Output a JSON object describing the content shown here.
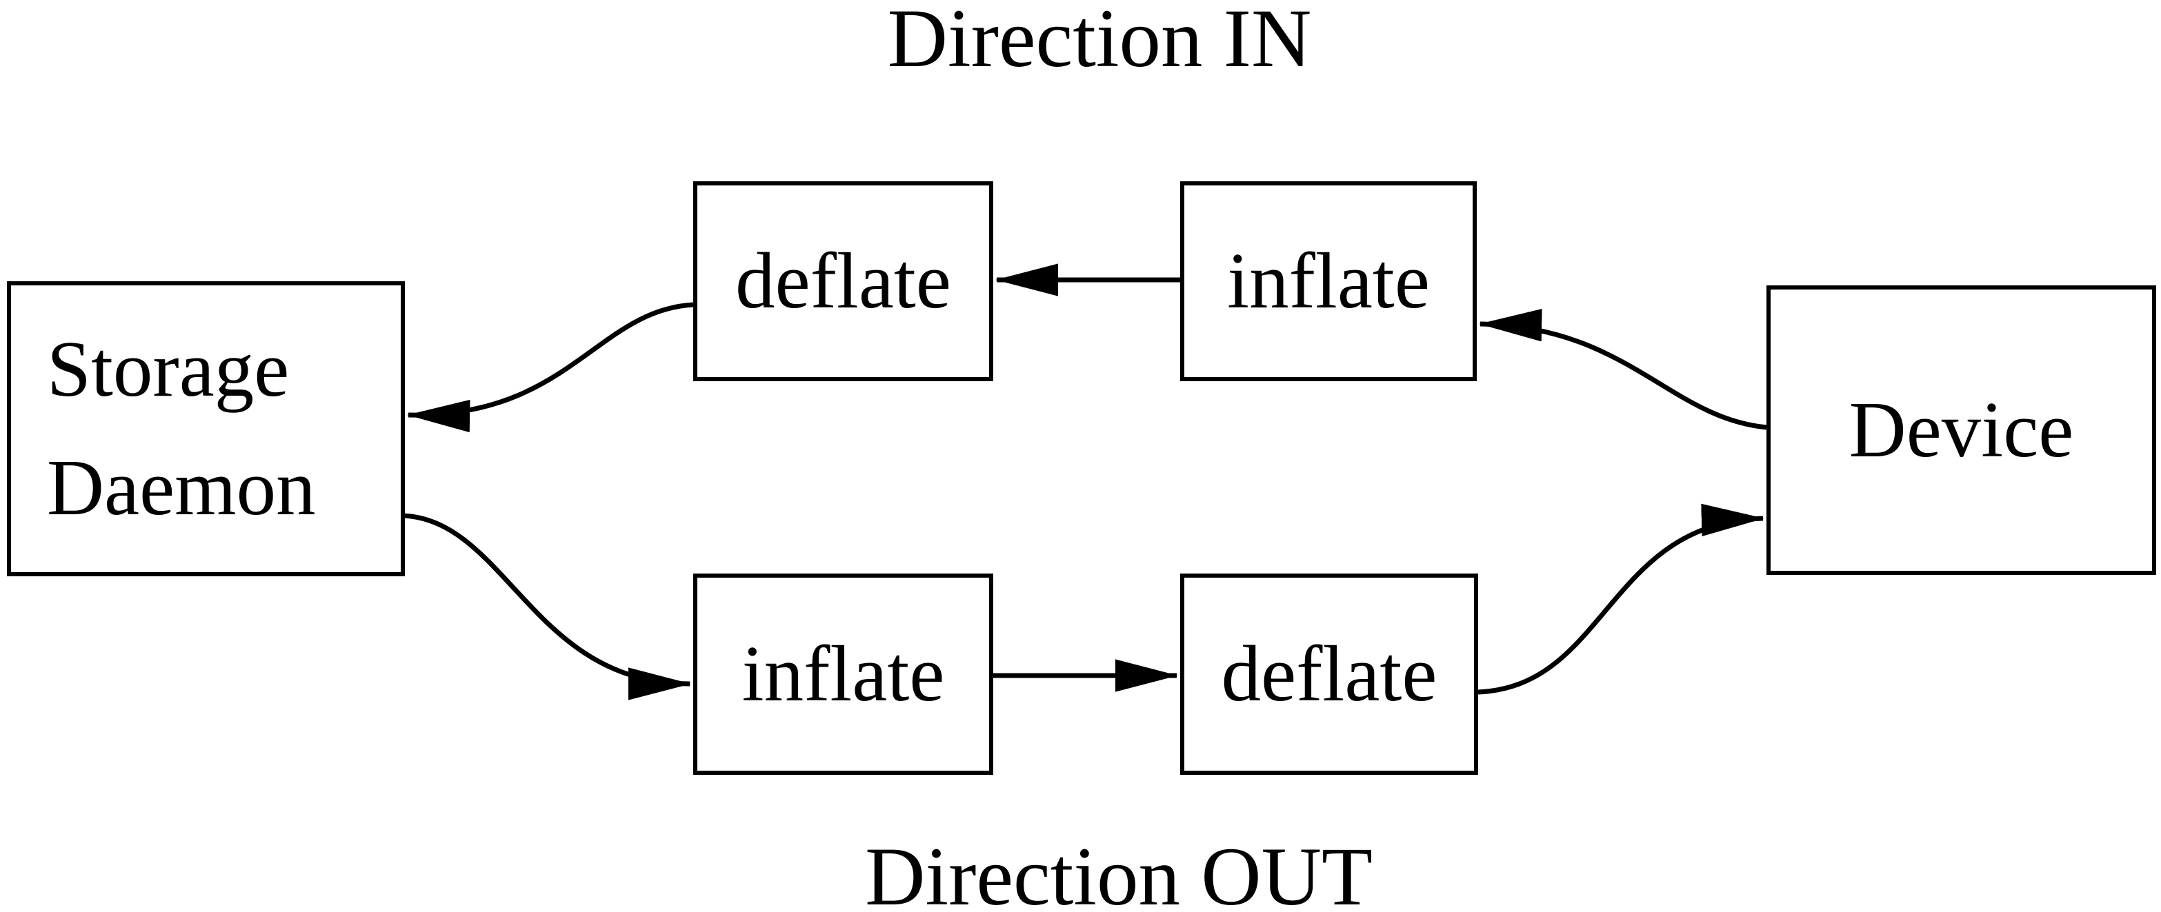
{
  "titles": {
    "in": "Direction IN",
    "out": "Direction OUT"
  },
  "nodes": {
    "storage": {
      "label_line1": "Storage",
      "label_line2": "Daemon"
    },
    "deflate_top": {
      "label": "deflate"
    },
    "inflate_top": {
      "label": "inflate"
    },
    "inflate_bottom": {
      "label": "inflate"
    },
    "deflate_bottom": {
      "label": "deflate"
    },
    "device": {
      "label": "Device"
    }
  },
  "edges": [
    {
      "from": "device",
      "to": "inflate-top",
      "direction": "in",
      "shape": "s-curve"
    },
    {
      "from": "inflate-top",
      "to": "deflate-top",
      "direction": "in",
      "shape": "straight"
    },
    {
      "from": "deflate-top",
      "to": "storage-daemon",
      "direction": "in",
      "shape": "s-curve"
    },
    {
      "from": "storage-daemon",
      "to": "inflate-bottom",
      "direction": "out",
      "shape": "s-curve"
    },
    {
      "from": "inflate-bottom",
      "to": "deflate-bottom",
      "direction": "out",
      "shape": "straight"
    },
    {
      "from": "deflate-bottom",
      "to": "device",
      "direction": "out",
      "shape": "s-curve"
    }
  ],
  "colors": {
    "line": "#000000",
    "background": "#ffffff"
  }
}
